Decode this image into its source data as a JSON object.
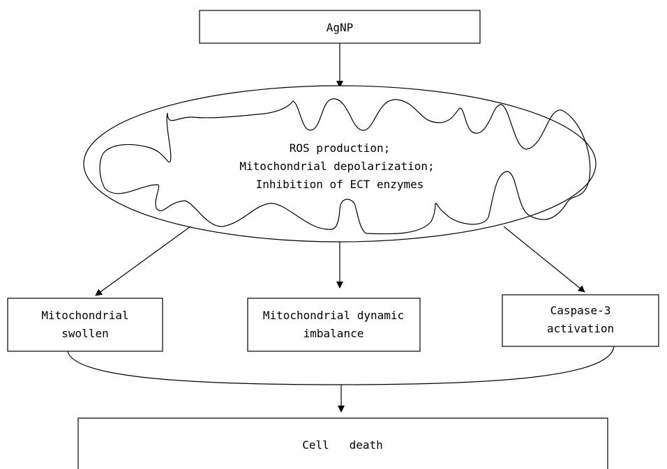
{
  "diagram": {
    "source_box": {
      "label": "AgNP"
    },
    "mitochondrion": {
      "lines": [
        "ROS production;",
        "Mitochondrial depolarization;",
        "Inhibition of ECT enzymes"
      ]
    },
    "effects": [
      {
        "lines": [
          "Mitochondrial",
          "swollen"
        ]
      },
      {
        "lines": [
          "Mitochondrial dynamic",
          "imbalance"
        ]
      },
      {
        "lines": [
          "Caspase-3",
          "activation"
        ]
      }
    ],
    "outcome_box": {
      "label": "Cell   death"
    }
  },
  "colors": {
    "stroke": "#000000",
    "fill": "#ffffff",
    "text": "#000000"
  }
}
